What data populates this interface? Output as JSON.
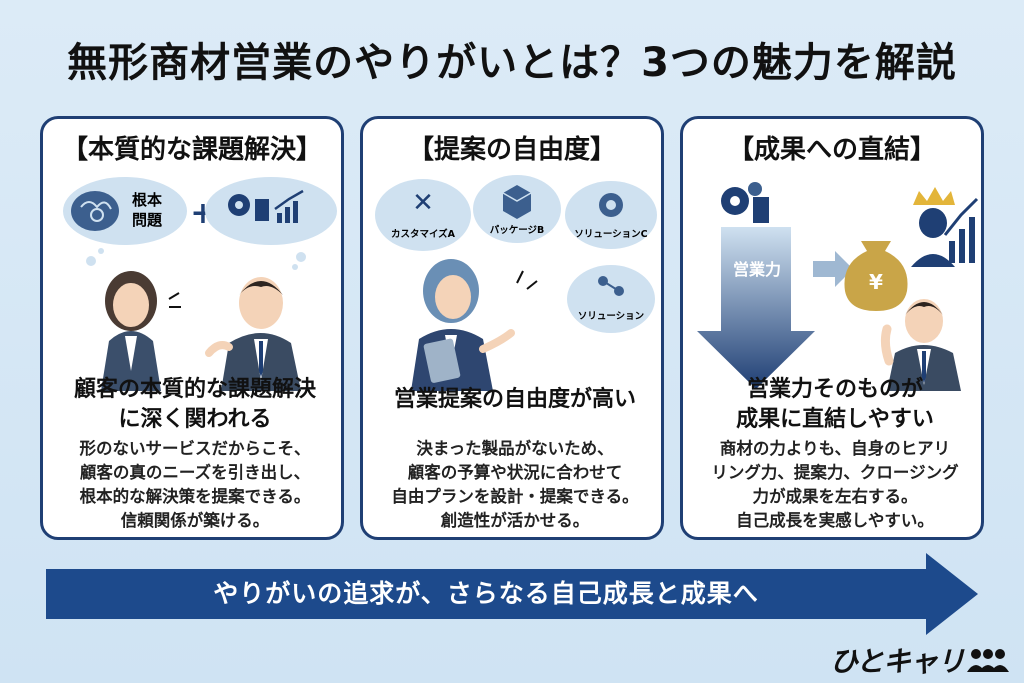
{
  "title": "無形商材営業のやりがいとは？3つの魅力を解説",
  "cards": [
    {
      "title": "【本質的な課題解決】",
      "bubble_text": [
        "根本",
        "問題"
      ],
      "headline": [
        "顧客の本質的な課題解決",
        "に深く関われる"
      ],
      "body": [
        "形のないサービスだからこそ、",
        "顧客の真のニーズを引き出し、",
        "根本的な解決策を提案できる。",
        "信頼関係が築ける。"
      ]
    },
    {
      "title": "【提案の自由度】",
      "bubbles": [
        "カスタマイズA",
        "パッケージB",
        "ソリューションC",
        "ソリューション"
      ],
      "headline": [
        "営業提案の自由度が高い"
      ],
      "body": [
        "決まった製品がないため、",
        "顧客の予算や状況に合わせて",
        "自由プランを設計・提案できる。",
        "創造性が活かせる。"
      ]
    },
    {
      "title": "【成果への直結】",
      "arrow_label": "営業力",
      "money_symbol": "¥",
      "headline": [
        "営業力そのものが",
        "成果に直結しやすい"
      ],
      "body": [
        "商材の力よりも、自身のヒアリ",
        "リング力、提案力、クロージング",
        "力が成果を左右する。",
        "自己成長を実感しやすい。"
      ]
    }
  ],
  "banner": "やりがいの追求が、さらなる自己成長と成果へ",
  "logo": "ひとキャリ",
  "colors": {
    "navy": "#1f3f74",
    "banner": "#1d4a8c",
    "background": "#d6e8f5"
  }
}
